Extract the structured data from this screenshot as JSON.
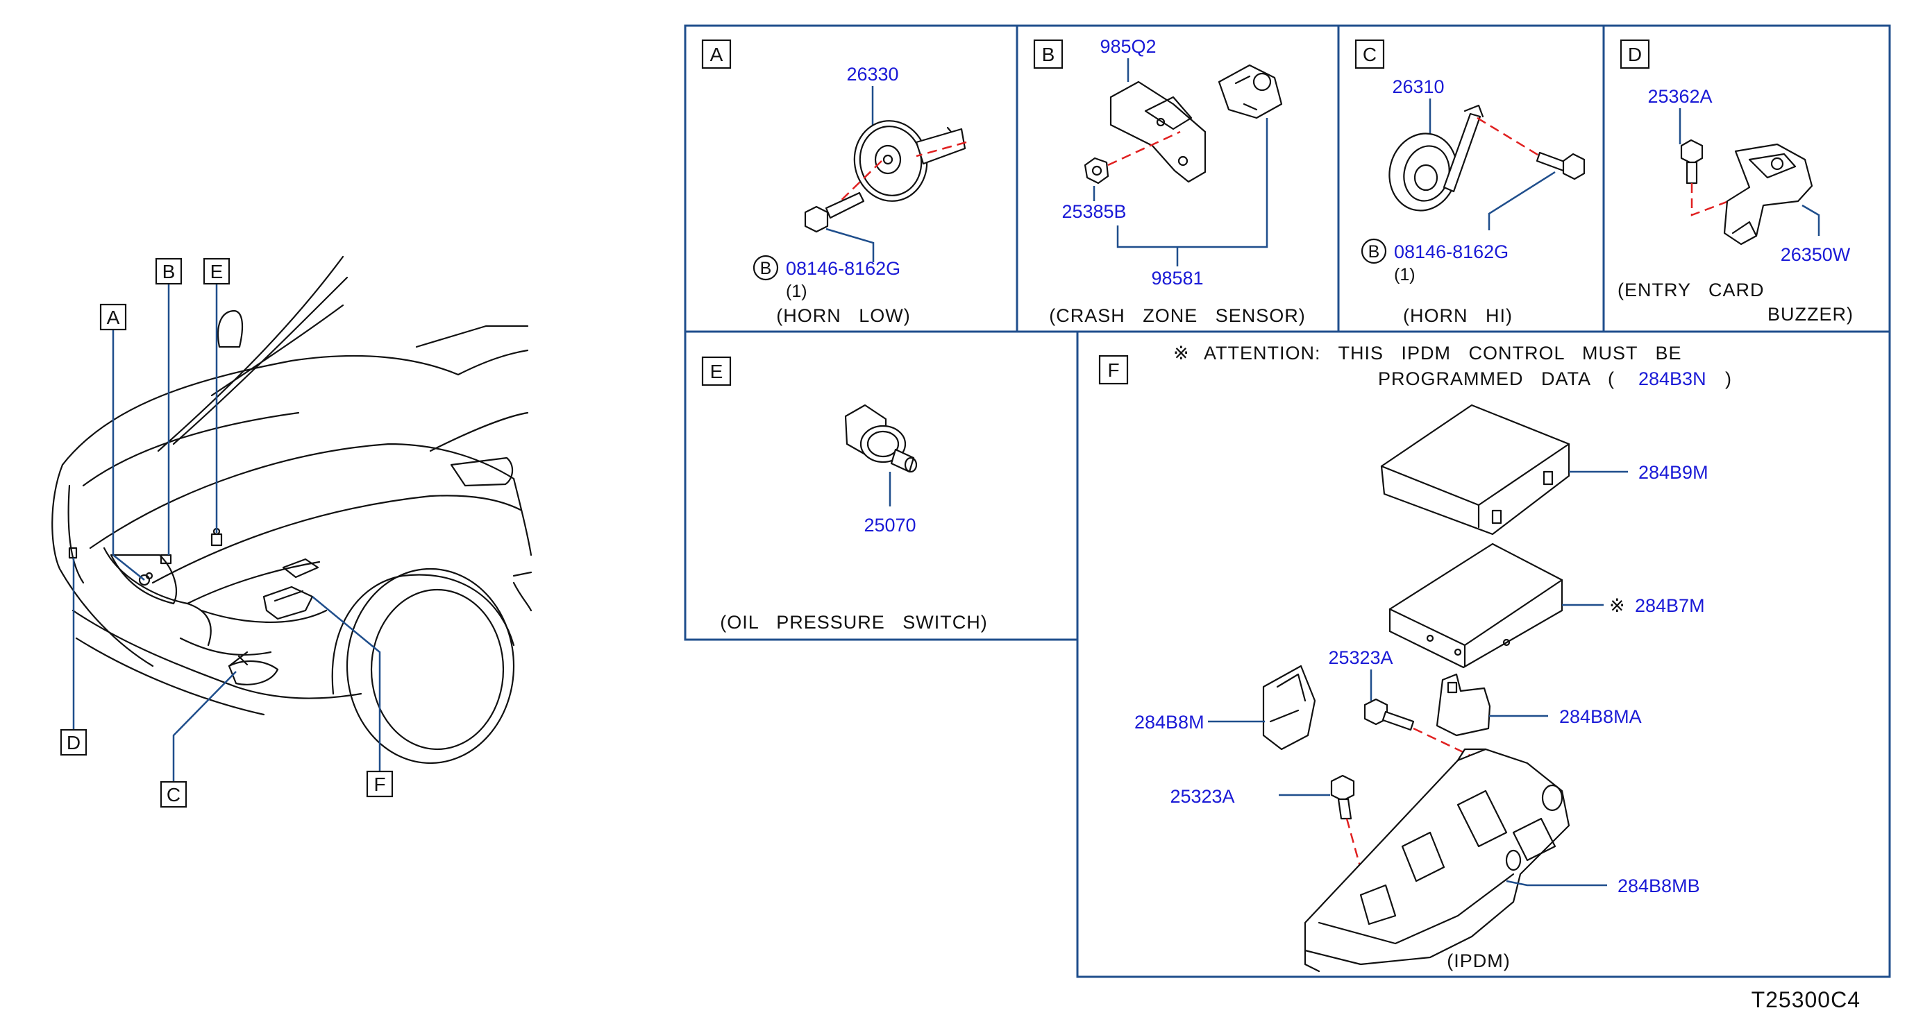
{
  "drawing_id": "T25300C4",
  "callouts": {
    "a": "A",
    "b": "B",
    "c": "C",
    "d": "D",
    "e": "E",
    "f": "F"
  },
  "panel_a": {
    "letter": "A",
    "part": "26330",
    "bolt_ref": "B",
    "bolt": "08146-8162G",
    "qty": "(1)",
    "caption": "(HORN   LOW)"
  },
  "panel_b": {
    "letter": "B",
    "bracket": "985Q2",
    "nut": "25385B",
    "sensor": "98581",
    "caption": "(CRASH   ZONE   SENSOR)"
  },
  "panel_c": {
    "letter": "C",
    "part": "26310",
    "bolt_ref": "B",
    "bolt": "08146-8162G",
    "qty": "(1)",
    "caption": "(HORN   HI)"
  },
  "panel_d": {
    "letter": "D",
    "screw": "25362A",
    "part": "26350W",
    "caption_line1": "(ENTRY   CARD",
    "caption_line2": "BUZZER)"
  },
  "panel_e": {
    "letter": "E",
    "part": "25070",
    "caption": "(OIL   PRESSURE   SWITCH)"
  },
  "panel_f": {
    "letter": "F",
    "mark": "※",
    "attention_line1": "ATTENTION:   THIS   IPDM   CONTROL   MUST   BE",
    "attention_line2_prefix": "PROGRAMMED   DATA   (",
    "attention_code": "284B3N",
    "attention_line2_suffix": ")",
    "upper_cover": "284B9M",
    "module_mark": "※",
    "module": "284B7M",
    "bolt_upper": "25323A",
    "bolt_lower": "25323A",
    "side_bracket": "284B8M",
    "small_bracket": "284B8MA",
    "base": "284B8MB",
    "caption": "(IPDM)"
  },
  "colors": {
    "part_number": "#1a1ad6",
    "frame": "#1f4e8c",
    "dash": "#e02020",
    "ink": "#111111"
  }
}
